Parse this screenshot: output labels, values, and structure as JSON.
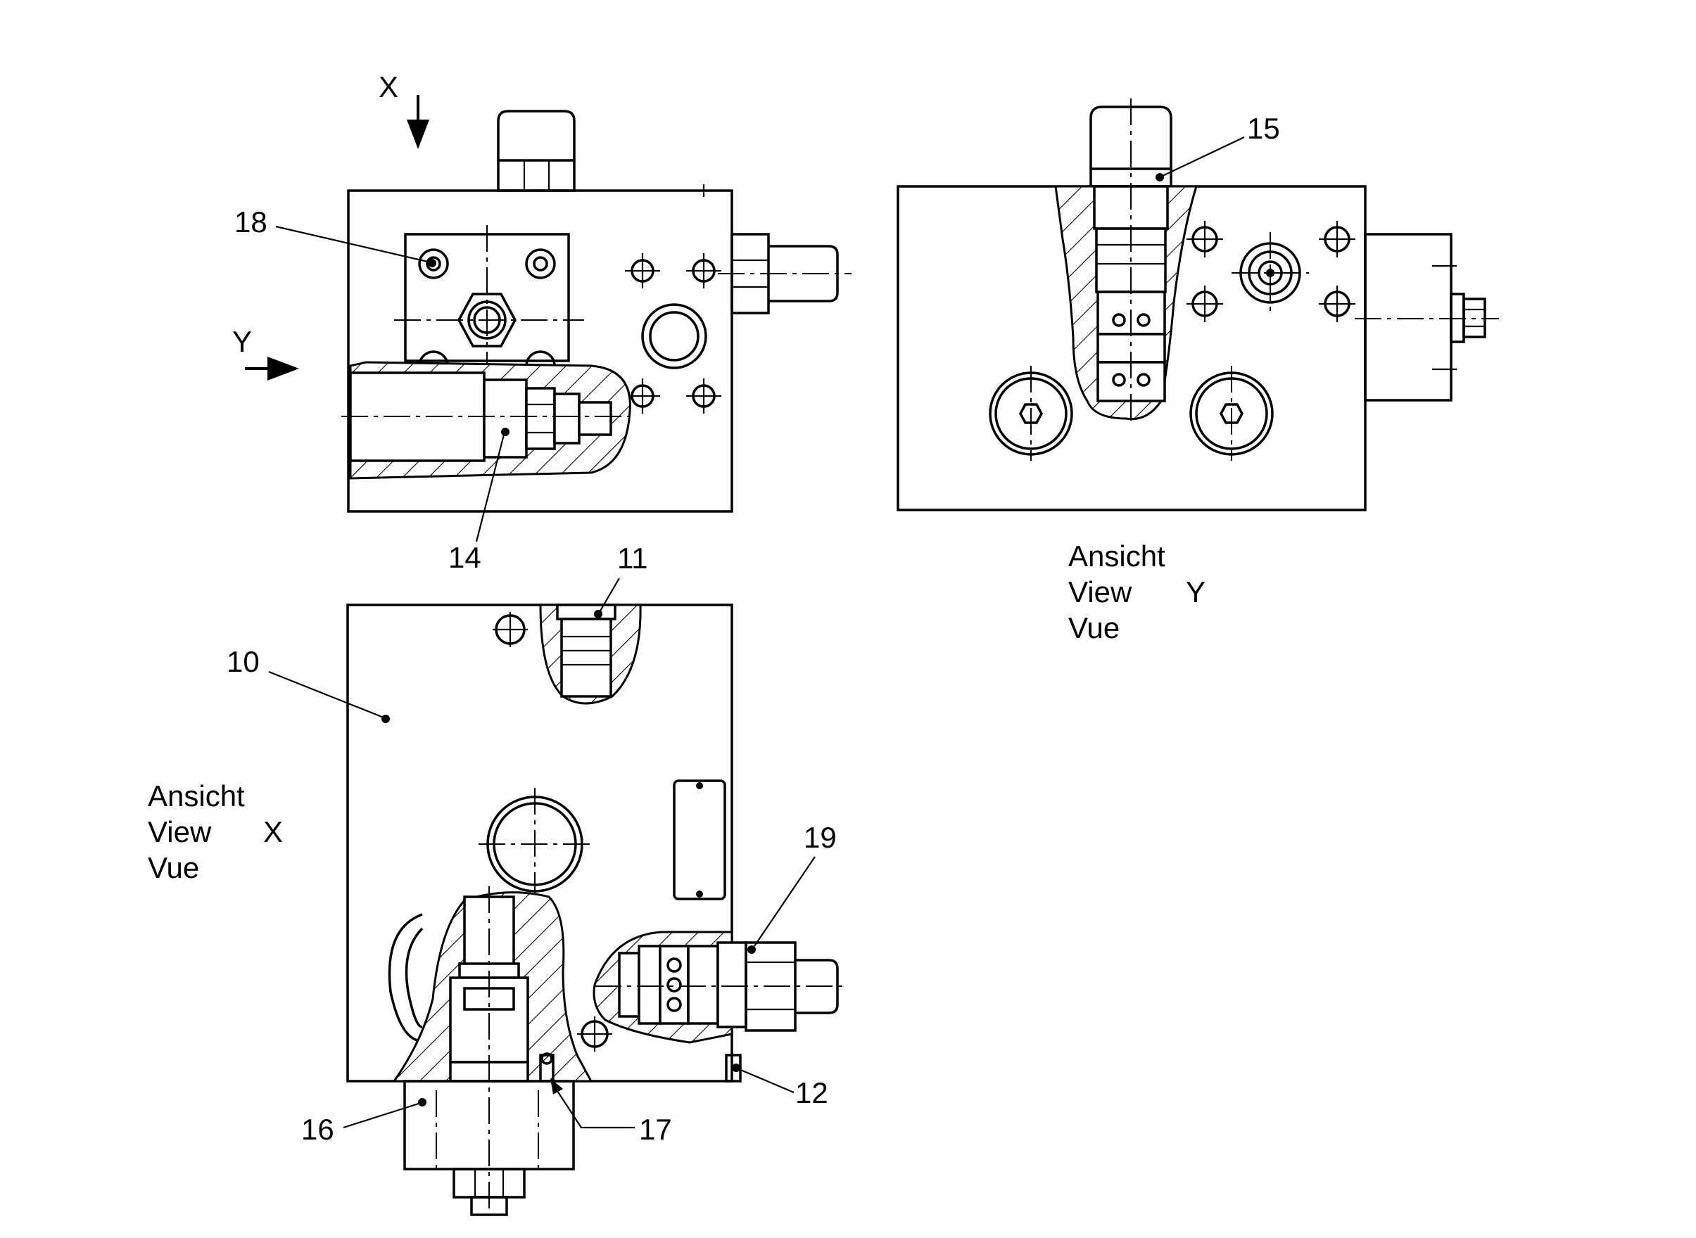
{
  "direction_markers": {
    "x": "X",
    "y": "Y"
  },
  "part_numbers": {
    "p10": "10",
    "p11": "11",
    "p12": "12",
    "p14": "14",
    "p15": "15",
    "p16": "16",
    "p17": "17",
    "p18": "18",
    "p19": "19"
  },
  "view_x_caption": {
    "line1": "Ansicht",
    "line2": "View",
    "letter": "X",
    "line3": "Vue"
  },
  "view_y_caption": {
    "line1": "Ansicht",
    "line2": "View",
    "letter": "Y",
    "line3": "Vue"
  }
}
